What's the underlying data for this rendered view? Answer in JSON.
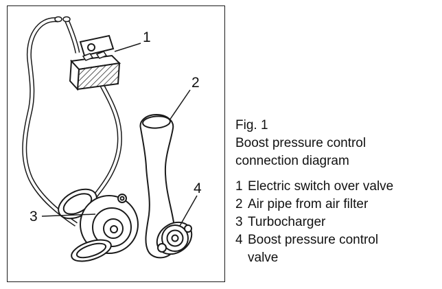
{
  "figure_caption": {
    "title": "Fig. 1",
    "line1": "Boost pressure control",
    "line2": "connection diagram"
  },
  "legend": [
    {
      "num": "1",
      "label": "Electric switch over valve"
    },
    {
      "num": "2",
      "label": "Air pipe from air filter"
    },
    {
      "num": "3",
      "label": "Turbocharger"
    },
    {
      "num": "4",
      "label": "Boost pressure control",
      "label2": "valve"
    }
  ],
  "callouts": {
    "c1": "1",
    "c2": "2",
    "c3": "3",
    "c4": "4"
  },
  "colors": {
    "ink": "#1a1a1a",
    "background": "#ffffff"
  }
}
